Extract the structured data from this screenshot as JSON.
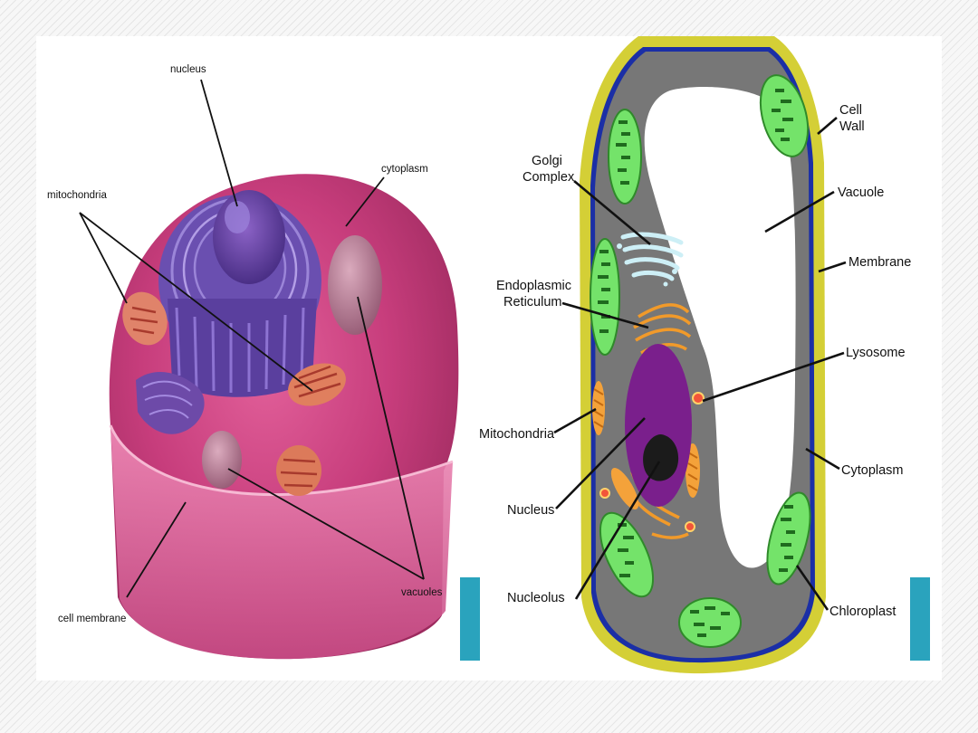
{
  "animal_cell": {
    "labels": {
      "nucleus": "nucleus",
      "cytoplasm": "cytoplasm",
      "mitochondria": "mitochondria",
      "vacuoles": "vacuoles",
      "cell_membrane": "cell membrane"
    }
  },
  "plant_cell": {
    "labels": {
      "golgi_line1": "Golgi",
      "golgi_line2": "Complex",
      "er_line1": "Endoplasmic",
      "er_line2": "Reticulum",
      "mitochondria": "Mitochondria",
      "nucleus": "Nucleus",
      "nucleolus": "Nucleolus",
      "cell_wall_line1": "Cell",
      "cell_wall_line2": "Wall",
      "vacuole": "Vacuole",
      "membrane": "Membrane",
      "lysosome": "Lysosome",
      "cytoplasm": "Cytoplasm",
      "chloroplast": "Chloroplast"
    }
  },
  "colors": {
    "accent": "#2aa3bd",
    "cell_wall": "#d4cf36",
    "membrane": "#1b2fa6",
    "plant_cytoplasm": "#777777",
    "chloroplast": "#74e36a",
    "animal_cell_body": "#c23a78",
    "nucleus": "#7a1f8c"
  }
}
